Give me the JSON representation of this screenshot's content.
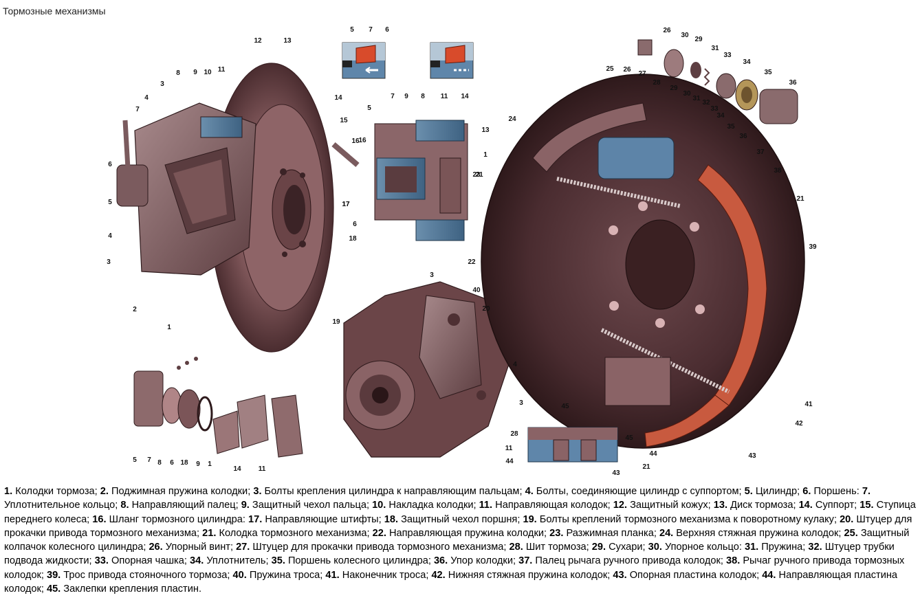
{
  "page": {
    "title": "Тормозные механизмы"
  },
  "callouts": {
    "disc": [
      "12",
      "13",
      "14",
      "15",
      "16",
      "17",
      "11",
      "10",
      "9",
      "8",
      "3",
      "4",
      "7",
      "6",
      "5",
      "4",
      "3",
      "2",
      "1",
      "17"
    ],
    "insets_top": [
      "5",
      "7",
      "6"
    ],
    "caliper": [
      "5",
      "7",
      "9",
      "8",
      "11",
      "14",
      "13",
      "1",
      "16",
      "23",
      "6",
      "18"
    ],
    "knuckle": [
      "3",
      "20",
      "19",
      "4",
      "3",
      "11"
    ],
    "exploded": [
      "5",
      "7",
      "8",
      "6",
      "18",
      "9",
      "1",
      "14",
      "11"
    ],
    "drum_parts": [
      "26",
      "30",
      "29",
      "31",
      "33",
      "34",
      "35",
      "36"
    ],
    "drum": [
      "25",
      "26",
      "27",
      "28",
      "29",
      "30",
      "31",
      "32",
      "33",
      "34",
      "35",
      "36",
      "37",
      "38",
      "24",
      "21",
      "39",
      "22",
      "21",
      "40",
      "41",
      "42",
      "43",
      "44",
      "45"
    ],
    "plate": [
      "45",
      "28",
      "44",
      "43",
      "21"
    ]
  },
  "legend": [
    {
      "num": "1.",
      "text": " Колодки тормоза; "
    },
    {
      "num": "2.",
      "text": " Поджимная пружина колодки; "
    },
    {
      "num": "3.",
      "text": " Болты крепления цилиндра к направляющим пальцам; "
    },
    {
      "num": "4.",
      "text": " Болты, соединяющие цилиндр с суппортом; "
    },
    {
      "num": "5.",
      "text": " Цилиндр; "
    },
    {
      "num": "6.",
      "text": " Поршень: "
    },
    {
      "num": "7.",
      "text": " Уплотнительное кольцо; "
    },
    {
      "num": "8.",
      "text": " Направляющий палец; "
    },
    {
      "num": "9.",
      "text": " Защитный чехол пальца; "
    },
    {
      "num": "10.",
      "text": " Накладка колодки; "
    },
    {
      "num": "11.",
      "text": " Направляющая колодок; "
    },
    {
      "num": "12.",
      "text": " Защитный кожух; "
    },
    {
      "num": "13.",
      "text": " Диск тормоза; "
    },
    {
      "num": "14.",
      "text": " Суппорт; "
    },
    {
      "num": "15.",
      "text": " Ступица переднего колеса; "
    },
    {
      "num": "16.",
      "text": " Шланг тормозного цилиндра: "
    },
    {
      "num": "17.",
      "text": " Направляющие штифты; "
    },
    {
      "num": "18.",
      "text": " Защитный чехол поршня; "
    },
    {
      "num": "19.",
      "text": " Болты креплений тормозного механизма к поворотному кулаку; "
    },
    {
      "num": "20.",
      "text": " Штуцер для прокачки привода тормозного механизма; "
    },
    {
      "num": "21.",
      "text": " Колодка тормозного механизма; "
    },
    {
      "num": "22.",
      "text": " Направляющая пружина колодки; "
    },
    {
      "num": "23.",
      "text": " Разжимная планка; "
    },
    {
      "num": "24.",
      "text": " Верхняя стяжная пружина колодок; "
    },
    {
      "num": "25.",
      "text": " Защитный колпачок колесного цилиндра; "
    },
    {
      "num": "26.",
      "text": " Упорный винт; "
    },
    {
      "num": "27.",
      "text": " Штуцер для прокачки привода тормозного механизма; "
    },
    {
      "num": "28.",
      "text": " Шит тормоза; "
    },
    {
      "num": "29.",
      "text": " Сухари; "
    },
    {
      "num": "30.",
      "text": " Упорное кольцо: "
    },
    {
      "num": "31.",
      "text": " Пружина; "
    },
    {
      "num": "32.",
      "text": " Штуцер трубки подвода жидкости; "
    },
    {
      "num": "33.",
      "text": " Опорная чашка; "
    },
    {
      "num": "34.",
      "text": " Уплотнитель; "
    },
    {
      "num": "35.",
      "text": " Поршень колесного цилиндра; "
    },
    {
      "num": "36.",
      "text": " Упор колодки; "
    },
    {
      "num": "37.",
      "text": " Палец рычага ручного привода колодок; "
    },
    {
      "num": "38.",
      "text": " Рычаг ручного привода тормозных колодок; "
    },
    {
      "num": "39.",
      "text": " Трос привода стояночного тормоза; "
    },
    {
      "num": "40.",
      "text": " Пружина троса; "
    },
    {
      "num": "41.",
      "text": " Наконечник троса; "
    },
    {
      "num": "42.",
      "text": " Нижняя стяжная пружина колодок; "
    },
    {
      "num": "43.",
      "text": " Опорная пластина колодок; "
    },
    {
      "num": "44.",
      "text": " Направляющая пластина колодок; "
    },
    {
      "num": "45.",
      "text": " Заклепки крепления пластин."
    }
  ]
}
